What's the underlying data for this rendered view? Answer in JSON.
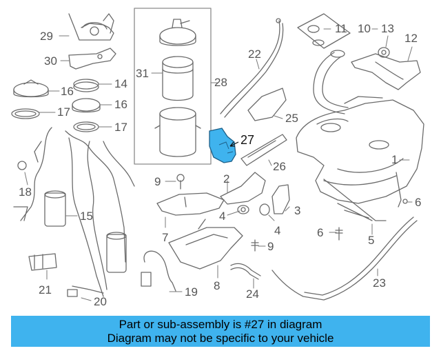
{
  "diagram": {
    "highlight_part": "27",
    "highlight_color": "#3fb3ee",
    "callouts": [
      {
        "id": "1",
        "text": "1"
      },
      {
        "id": "2",
        "text": "2"
      },
      {
        "id": "3",
        "text": "3"
      },
      {
        "id": "4a",
        "text": "4"
      },
      {
        "id": "4b",
        "text": "4"
      },
      {
        "id": "5",
        "text": "5"
      },
      {
        "id": "6a",
        "text": "6"
      },
      {
        "id": "6b",
        "text": "6"
      },
      {
        "id": "7",
        "text": "7"
      },
      {
        "id": "8",
        "text": "8"
      },
      {
        "id": "9a",
        "text": "9"
      },
      {
        "id": "9b",
        "text": "9"
      },
      {
        "id": "10",
        "text": "10"
      },
      {
        "id": "11",
        "text": "11"
      },
      {
        "id": "12",
        "text": "12"
      },
      {
        "id": "13",
        "text": "13"
      },
      {
        "id": "14",
        "text": "14"
      },
      {
        "id": "15",
        "text": "15"
      },
      {
        "id": "16a",
        "text": "16"
      },
      {
        "id": "16b",
        "text": "16"
      },
      {
        "id": "17a",
        "text": "17"
      },
      {
        "id": "17b",
        "text": "17"
      },
      {
        "id": "18",
        "text": "18"
      },
      {
        "id": "19",
        "text": "19"
      },
      {
        "id": "20",
        "text": "20"
      },
      {
        "id": "21",
        "text": "21"
      },
      {
        "id": "22",
        "text": "22"
      },
      {
        "id": "23",
        "text": "23"
      },
      {
        "id": "24",
        "text": "24"
      },
      {
        "id": "25",
        "text": "25"
      },
      {
        "id": "26",
        "text": "26"
      },
      {
        "id": "27",
        "text": "27"
      },
      {
        "id": "28",
        "text": "28"
      },
      {
        "id": "29",
        "text": "29"
      },
      {
        "id": "30",
        "text": "30"
      },
      {
        "id": "31",
        "text": "31"
      }
    ]
  },
  "banner": {
    "line1": "Part or sub-assembly is #27 in diagram",
    "line2": "Diagram may not be specific to your vehicle",
    "color": "#3fb3ee"
  }
}
